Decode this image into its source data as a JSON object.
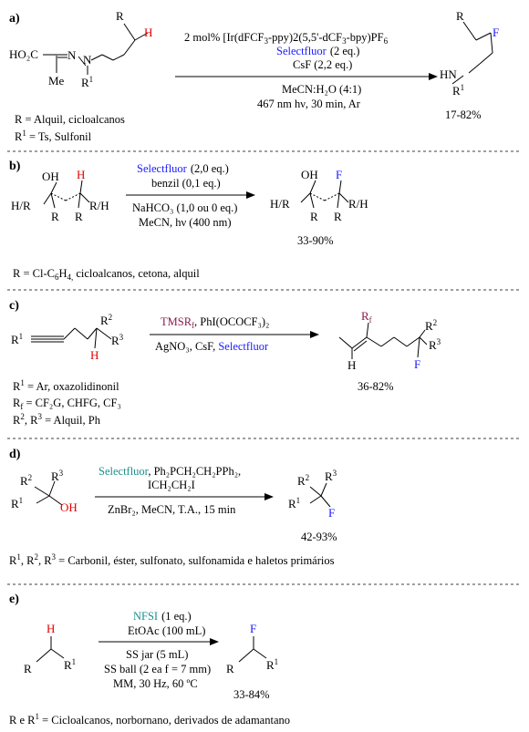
{
  "colors": {
    "blue": "#1a1aff",
    "red": "#e00000",
    "teal": "#1b8f8a",
    "maroon": "#8b1a4a"
  },
  "panels": [
    {
      "label": "a)",
      "reagent_line1_prefix": "2 mol% [Ir(dFCF",
      "reagent_line1_mid1": "-ppy)2(5,5'-dCF",
      "reagent_line1_mid2": "-bpy)PF",
      "reagent_sub3": "3",
      "reagent_sub6": "6",
      "reagent_selectfluor": "Selectfluor",
      "reagent_selectfluor_eq": "(2 eq.)",
      "reagent_line3": "CsF (2,2 eq.)",
      "cond_line1": "MeCN:H₂O (4:1)",
      "cond_line2": "467 nm hν, 30 min, Ar",
      "yield": "17-82%",
      "note1": "R = Alquil, cicloalcanos",
      "note2_prefix": "R",
      "note2_sup": "1",
      "note2_rest": " = Ts, Sulfonil",
      "atoms": {
        "ho2c": "HO₂C",
        "n1": "N",
        "n2": "N",
        "me": "Me",
        "r1": "R",
        "r1sup": "1",
        "r_top": "R",
        "h": "H",
        "prod_r": "R",
        "prod_f": "F",
        "prod_hn": "HN",
        "prod_r1": "R",
        "prod_r1sup": "1"
      }
    },
    {
      "label": "b)",
      "reagent_selectfluor": "Selectfluor",
      "reagent_selectfluor_eq": "(2,0 eq.)",
      "reagent_line2": "benzil (0,1 eq.)",
      "cond_line1": "NaHCO₃ (1,0 ou 0 eq.)",
      "cond_line2": "MeCN, hν (400 nm)",
      "yield": "33-90%",
      "note_prefix": "R = Cl-C",
      "note_sub6": "6",
      "note_mid": "H",
      "note_sub4": "4,",
      "note_rest": " cicloalcanos, cetona, alquil",
      "atoms": {
        "oh": "OH",
        "h": "H",
        "hr": "H/R",
        "rh": "R/H",
        "r_a": "R",
        "r_b": "R",
        "poh": "OH",
        "pf": "F",
        "phr": "H/R",
        "prh": "R/H",
        "pr_a": "R",
        "pr_b": "R"
      }
    },
    {
      "label": "c)",
      "reagent_tmsr": "TMSR",
      "reagent_tmsr_sub": "f",
      "reagent_phi": ", PhI(OCOCF₃)₂",
      "cond_prefix": "AgNO₃, CsF, ",
      "cond_selectfluor": "Selectfluor",
      "yield": "36-82%",
      "note1_prefix": "R",
      "note1_sup": "1",
      "note1_rest": " = Ar, oxazolidinonil",
      "note2_prefix": "R",
      "note2_sub": "f",
      "note2_rest": " = CF₂G, CHFG, CF₃",
      "note3_a": "R",
      "note3_sup2": "2",
      "note3_b": ", R",
      "note3_sup3": "3",
      "note3_rest": " = Alquil, Ph",
      "atoms": {
        "r1": "R",
        "r1sup": "1",
        "r2": "R",
        "r2sup": "2",
        "r3": "R",
        "r3sup": "3",
        "h": "H",
        "prf": "R",
        "prfsub": "f",
        "pr2": "R",
        "pr2sup": "2",
        "pr3": "R",
        "pr3sup": "3",
        "ph": "H",
        "pf": "F"
      }
    },
    {
      "label": "d)",
      "reagent_selectfluor": "Selectfluor",
      "reagent_rest": ", Ph₂PCH₂CH₂PPh₂,",
      "reagent_line2": "ICH₂CH₂I",
      "cond_line1": "ZnBr₂, MeCN, T.A., 15 min",
      "yield": "42-93%",
      "note_a": "R",
      "note_s1": "1",
      "note_b": ", R",
      "note_s2": "2",
      "note_c": ", R",
      "note_s3": "3",
      "note_rest": " = Carbonil, éster, sulfonato, sulfonamida e haletos primários",
      "atoms": {
        "r1": "R",
        "r1sup": "1",
        "r2": "R",
        "r2sup": "2",
        "r3": "R",
        "r3sup": "3",
        "oh": "OH",
        "pr1": "R",
        "pr1sup": "1",
        "pr2": "R",
        "pr2sup": "2",
        "pr3": "R",
        "pr3sup": "3",
        "pf": "F"
      }
    },
    {
      "label": "e)",
      "reagent_nfsi": "NFSI",
      "reagent_nfsi_eq": "(1 eq.)",
      "reagent_line2": "EtOAc (100 mL)",
      "cond_line1": "SS jar (5 mL)",
      "cond_line2": "SS ball (2 ea f = 7 mm)",
      "cond_line3": "MM, 30 Hz, 60 ºC",
      "yield": "33-84%",
      "note_prefix": "R e R",
      "note_sup": "1",
      "note_rest": " = Cicloalcanos, norbornano, derivados de adamantano",
      "atoms": {
        "h": "H",
        "r": "R",
        "r1": "R",
        "r1sup": "1",
        "pf": "F",
        "pr": "R",
        "pr1": "R",
        "pr1sup": "1"
      }
    }
  ]
}
